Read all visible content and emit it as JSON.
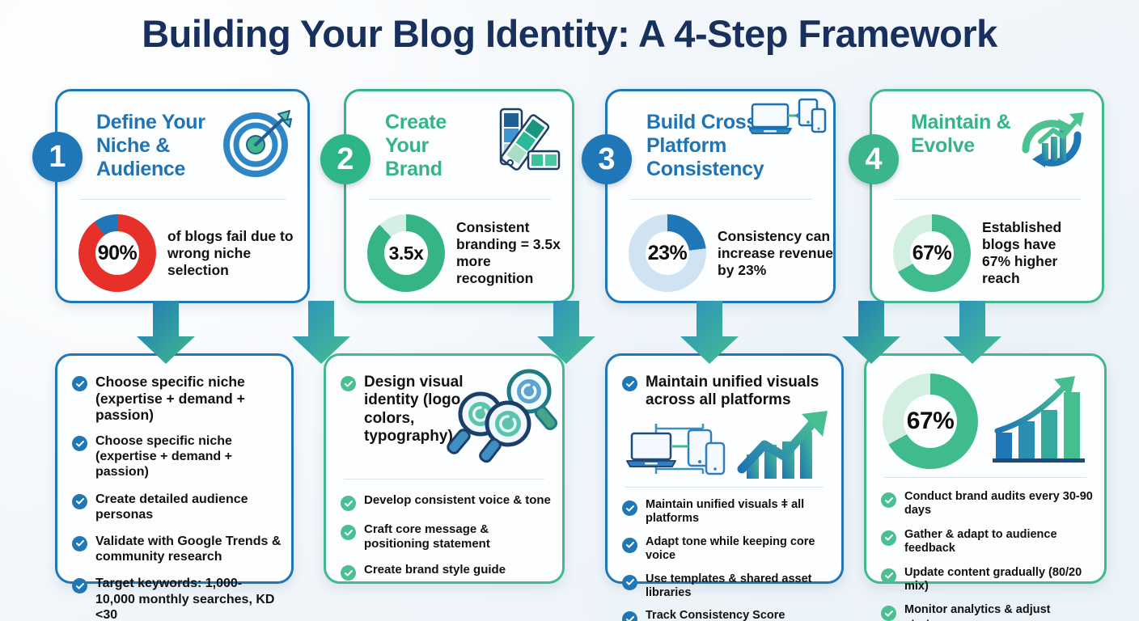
{
  "title": "Building Your Blog Identity: A 4-Step Framework",
  "colors": {
    "blue": "#2077b8",
    "green": "#35b585",
    "red": "#e8302a",
    "light_blue": "#cfe3f2",
    "light_green": "#cdeade",
    "navy": "#17305e",
    "background": "#f2f6fa"
  },
  "steps": [
    {
      "number": "1",
      "title": "Define Your Niche & Audience",
      "icon": "target-arrow-icon",
      "stat_value": "90%",
      "stat_text": "of blogs fail due to wrong niche selection",
      "donut_percent": 90,
      "donut_color": "#e8302a",
      "donut_track": "#2077b8",
      "accent": "#2077b8"
    },
    {
      "number": "2",
      "title": "Create Your Brand",
      "icon": "color-palette-icon",
      "stat_value": "3.5x",
      "stat_text": "Consistent branding = 3.5x more recognition",
      "donut_percent": 88,
      "donut_color": "#35b585",
      "donut_track": "#d6efe4",
      "accent": "#35b585"
    },
    {
      "number": "3",
      "title": "Build Cross-Platform Consistency",
      "icon": "devices-sync-icon",
      "stat_value": "23%",
      "stat_text": "Consistency can increase revenue by 23%",
      "donut_percent": 23,
      "donut_color": "#2077b8",
      "donut_track": "#cfe3f2",
      "accent": "#2077b8"
    },
    {
      "number": "4",
      "title": "Maintain & Evolve",
      "icon": "refresh-growth-icon",
      "stat_value": "67%",
      "stat_text": "Established blogs have 67% higher reach",
      "donut_percent": 67,
      "donut_color": "#3fbb8e",
      "donut_track": "#d3efe2",
      "accent": "#41b98d"
    }
  ],
  "panels": [
    {
      "accent": "#2077b8",
      "check_style": "blue",
      "feature": "Choose specific niche (expertise + demand + passion)",
      "illustration": null,
      "items": [
        "Choose specific niche (expertise + demand + passion)",
        "Create detailed audience personas",
        "Validate with Google Trends & community research",
        "Target keywords: 1,000-10,000 monthly searches, KD <30"
      ]
    },
    {
      "accent": "#41b98d",
      "check_style": "green",
      "feature": "Design visual identity (logo, colors, typography)",
      "illustration": "magnifying-glasses-icon",
      "items": [
        "Develop consistent voice & tone",
        "Craft core message & positioning statement",
        "Create brand style guide"
      ]
    },
    {
      "accent": "#2077b8",
      "check_style": "blue",
      "feature": "Maintain unified visuals across all platforms",
      "illustration": "devices-growth-chart-icon",
      "items": [
        "Maintain unified visuals ǂ all platforms",
        "Adapt tone while keeping core voice",
        "Use templates & shared asset libraries",
        "Track Consistency Score monthly"
      ]
    },
    {
      "accent": "#41b98d",
      "check_style": "green",
      "feature": null,
      "illustration": "donut-growth-chart-icon",
      "stat_value": "67%",
      "items": [
        "Conduct brand audits every 30-90 days",
        "Gather & adapt to audience feedback",
        "Update content gradually (80/20 mix)",
        "Monitor analytics & adjust strategy"
      ]
    }
  ],
  "arrows": {
    "count": 5,
    "direction": "down",
    "gradient_from": "#2077b8",
    "gradient_to": "#3fbb8e"
  }
}
